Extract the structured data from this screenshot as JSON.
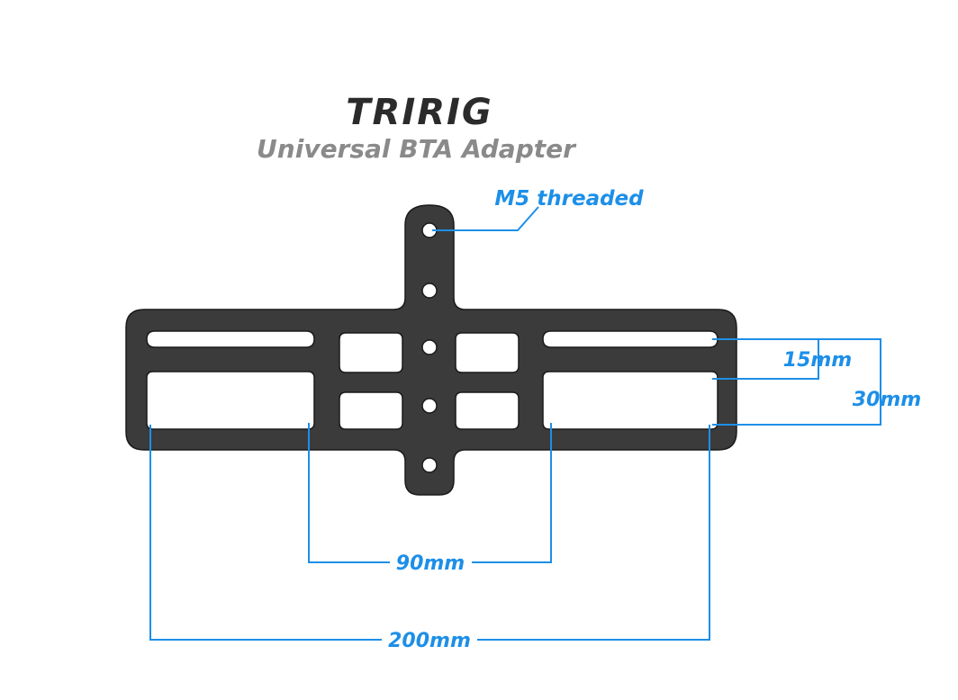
{
  "header": {
    "brand": "TRIRIG",
    "subtitle": "Universal BTA Adapter"
  },
  "callouts": {
    "thread": "M5 threaded",
    "slot_gap": "15mm",
    "slot_span": "30mm",
    "inner_span": "90mm",
    "outer_span": "200mm"
  },
  "colors": {
    "plate": "#3b3b3b",
    "plate_edge": "#1a1a1a",
    "dimension": "#1d8fe8",
    "brand": "#2b2b2b",
    "subtitle": "#8a8a8a"
  }
}
